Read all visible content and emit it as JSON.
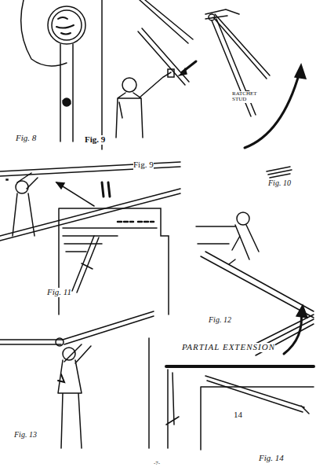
{
  "diagram": {
    "labels": [
      "Fig. 8",
      "Fig. 9",
      "RATCHET STUD",
      "Fig. 9",
      "Fig. 10",
      "Fig. 11",
      "Fig. 12",
      "PARTIAL EXTENSION",
      "Fig. 13",
      "14",
      "Fig. 14",
      "-7-"
    ]
  }
}
